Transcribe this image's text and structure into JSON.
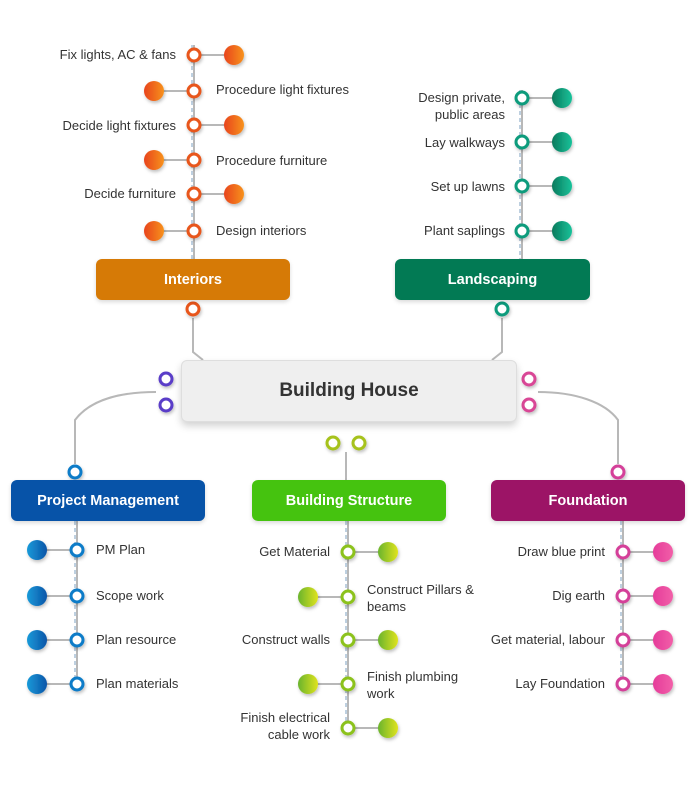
{
  "title": "Building House",
  "branches": {
    "interiors": {
      "label": "Interiors",
      "color": "#d67a06",
      "ring": "#e8571a",
      "dot_from": "#e8441e",
      "dot_to": "#f7921e",
      "tasks": [
        "Fix lights, AC & fans",
        "Procedure light fixtures",
        "Decide light fixtures",
        "Procedure furniture",
        "Decide furniture",
        "Design interiors"
      ]
    },
    "landscaping": {
      "label": "Landscaping",
      "color": "#027a54",
      "ring": "#0a9b7c",
      "dot_from": "#0a7a5c",
      "dot_to": "#19c29a",
      "tasks": [
        "Design private, public areas",
        "Lay walkways",
        "Set up lawns",
        "Plant saplings"
      ]
    },
    "project_management": {
      "label": "Project Management",
      "color": "#0753a8",
      "ring": "#0a7bc8",
      "dot_from": "#1a9ad9",
      "dot_to": "#0a55a8",
      "tasks": [
        "PM Plan",
        "Scope work",
        "Plan resource",
        "Plan materials"
      ]
    },
    "building_structure": {
      "label": "Building Structure",
      "color": "#45c30f",
      "ring": "#8cc21e",
      "dot_from": "#6ab42e",
      "dot_to": "#dfe31e",
      "tasks": [
        "Get Material",
        "Construct Pillars & beams",
        "Construct walls",
        "Finish plumbing work",
        "Finish electrical cable work"
      ]
    },
    "foundation": {
      "label": "Foundation",
      "color": "#9c1466",
      "ring": "#d43f99",
      "dot_from": "#e53c9a",
      "dot_to": "#f25fa8",
      "tasks": [
        "Draw blue print",
        "Dig earth",
        "Get material, labour",
        "Lay Foundation"
      ]
    }
  },
  "hub_rings": {
    "left": "#5a3ec8",
    "right": "#d94796",
    "bottom": "#a6c21a"
  }
}
